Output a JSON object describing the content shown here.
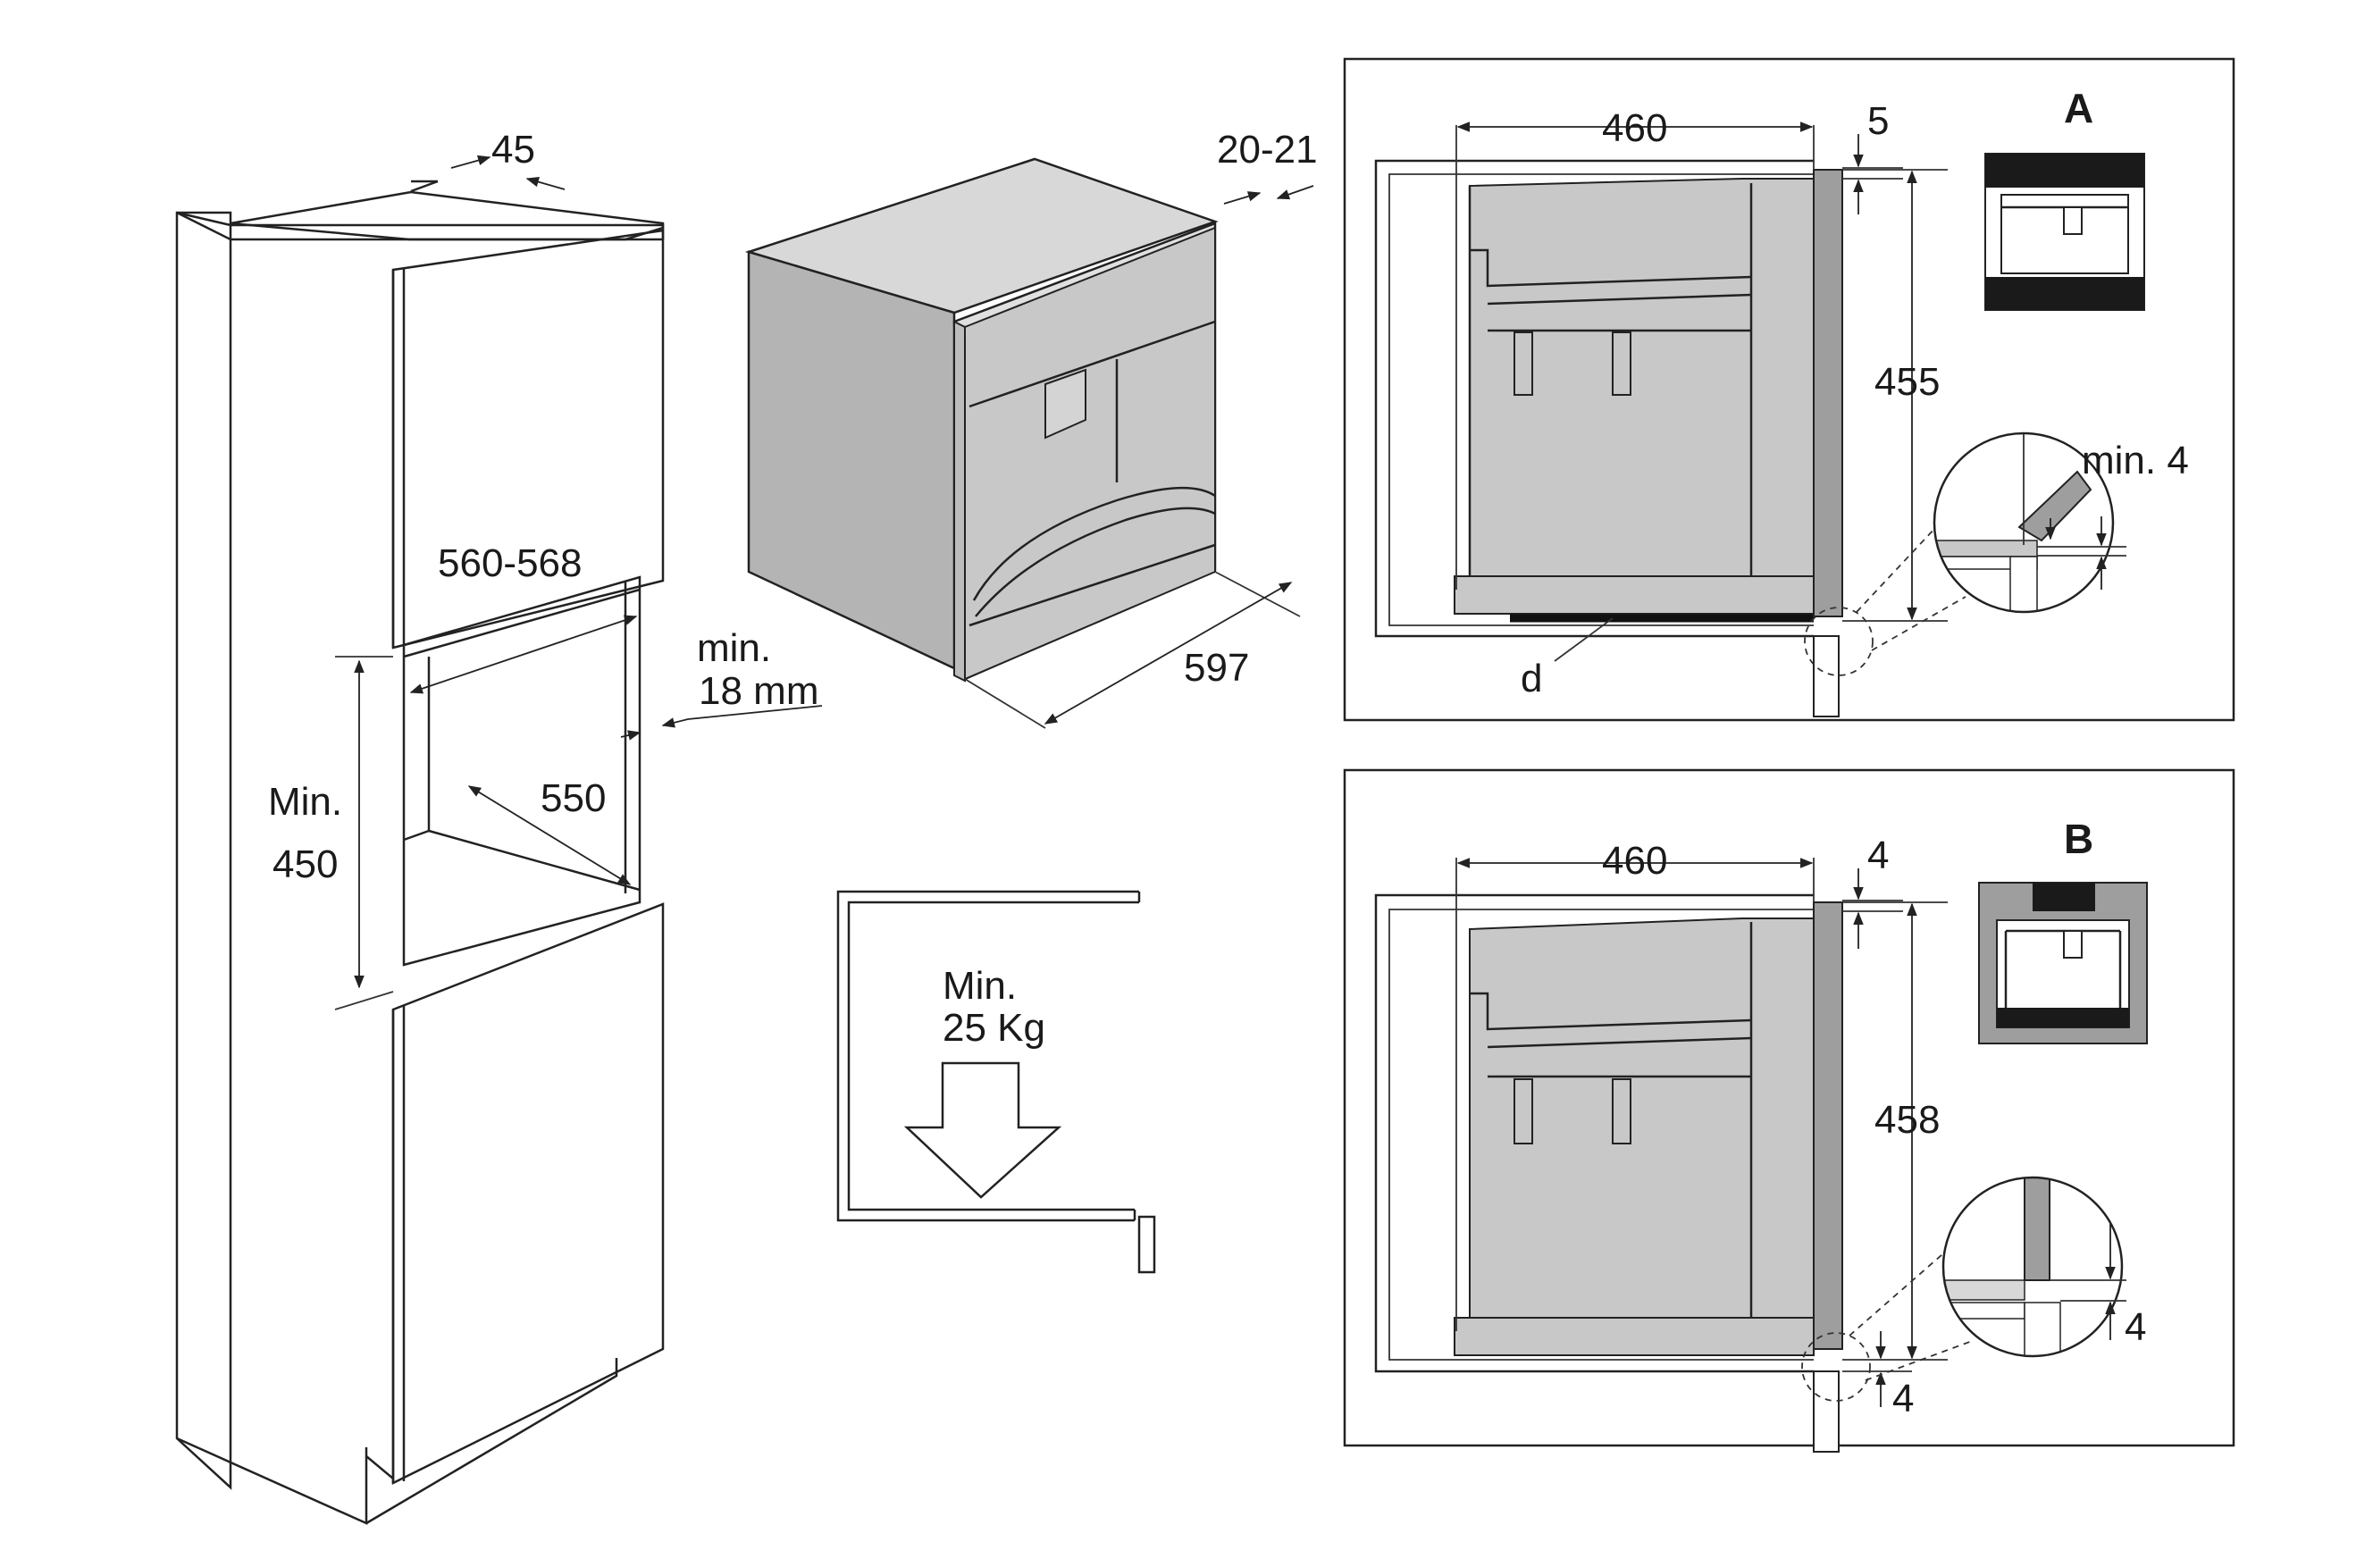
{
  "labels": {
    "cab_depth_top": "45",
    "cab_width": "560-568",
    "cab_gap": "min.",
    "cab_gap_unit": "18 mm",
    "cab_min": "Min.",
    "cab_height": "450",
    "cab_depth": "550",
    "app_frame": "20-21",
    "app_width": "597",
    "shelf_min": "Min.",
    "shelf_load": "25 Kg",
    "A_letter": "A",
    "A_width": "460",
    "A_gap": "5",
    "A_height": "455",
    "A_detail": "min. 4",
    "A_d": "d",
    "B_letter": "B",
    "B_width": "460",
    "B_gap": "4",
    "B_height": "458",
    "B_detail": "4",
    "B_bottom": "4"
  },
  "colors": {
    "appliance_fill": "#c8c8c8",
    "appliance_top": "#d8d8d8",
    "appliance_side": "#b4b4b4",
    "panel_dark": "#1a1a1a",
    "door_grey": "#9e9e9e"
  }
}
